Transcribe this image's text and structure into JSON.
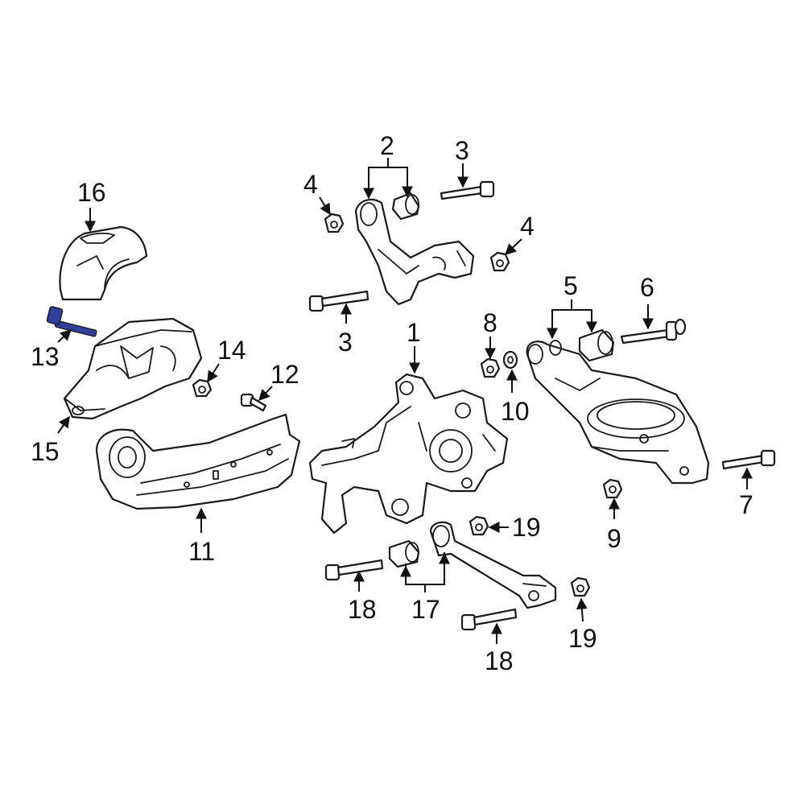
{
  "diagram": {
    "highlight_color": "#2f3f9a",
    "line_color": "#1a1a1a",
    "callouts": [
      {
        "id": "c1",
        "text": "1"
      },
      {
        "id": "c2",
        "text": "2"
      },
      {
        "id": "c3a",
        "text": "3"
      },
      {
        "id": "c3b",
        "text": "3"
      },
      {
        "id": "c4a",
        "text": "4"
      },
      {
        "id": "c4b",
        "text": "4"
      },
      {
        "id": "c5",
        "text": "5"
      },
      {
        "id": "c6",
        "text": "6"
      },
      {
        "id": "c7",
        "text": "7"
      },
      {
        "id": "c8",
        "text": "8"
      },
      {
        "id": "c9",
        "text": "9"
      },
      {
        "id": "c10",
        "text": "10"
      },
      {
        "id": "c11",
        "text": "11"
      },
      {
        "id": "c12",
        "text": "12"
      },
      {
        "id": "c13",
        "text": "13"
      },
      {
        "id": "c14",
        "text": "14"
      },
      {
        "id": "c15",
        "text": "15"
      },
      {
        "id": "c16",
        "text": "16"
      },
      {
        "id": "c17",
        "text": "17"
      },
      {
        "id": "c18a",
        "text": "18"
      },
      {
        "id": "c18b",
        "text": "18"
      },
      {
        "id": "c19a",
        "text": "19"
      },
      {
        "id": "c19b",
        "text": "19"
      }
    ]
  }
}
